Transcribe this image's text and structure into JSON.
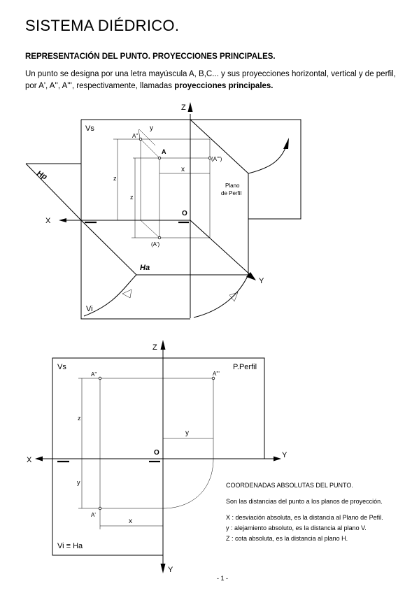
{
  "doc": {
    "title": "SISTEMA DIÉDRICO.",
    "section_title": "REPRESENTACIÓN DEL PUNTO.  PROYECCIONES PRINCIPALES.",
    "intro_pre": "Un punto se designa por una letra mayúscula A, B,C... y sus proyecciones horizontal, vertical y de perfil, por A', A'', A''', respectivamente, llamadas ",
    "intro_bold": "proyecciones principales."
  },
  "figure1": {
    "z_axis": "Z",
    "x_axis": "X",
    "y_axis": "Y",
    "origin": "O",
    "vs": "Vs",
    "vi": "Vi",
    "hp": "Hp",
    "ha": "Ha",
    "point": "A",
    "a_vertical": "A''",
    "a_horizontal": "(A')",
    "a_profile": "(A''')",
    "dim_y": "y",
    "dim_x": "x",
    "dim_z1": "z",
    "dim_z2": "z",
    "profile_plane_1": "Plano",
    "profile_plane_2": "de Perfil"
  },
  "figure2": {
    "z_axis": "Z",
    "x_axis": "X",
    "y_right": "Y",
    "y_down": "Y",
    "origin": "O",
    "vs": "Vs",
    "p_perfil": "P.Perfil",
    "a_vertical": "A''",
    "a_profile": "A'''",
    "a_horizontal": "A'",
    "dim_z": "z",
    "dim_y_top": "y",
    "dim_y_left": "y",
    "dim_x": "x",
    "vi_ha": "Vi ≡ Ha"
  },
  "legend": {
    "title": "COORDENADAS ABSOLUTAS DEL PUNTO.",
    "subtitle": "Son las distancias del punto a los planos de proyección.",
    "x_def": "X : desviación absoluta, es la distancia al Plano de Pefil.",
    "y_def": "y : alejamiento absoluto, es la distancia al plano V.",
    "z_def": "Z : cota absoluta, es la distancia al plano H."
  },
  "page": {
    "number": "- 1 -"
  }
}
